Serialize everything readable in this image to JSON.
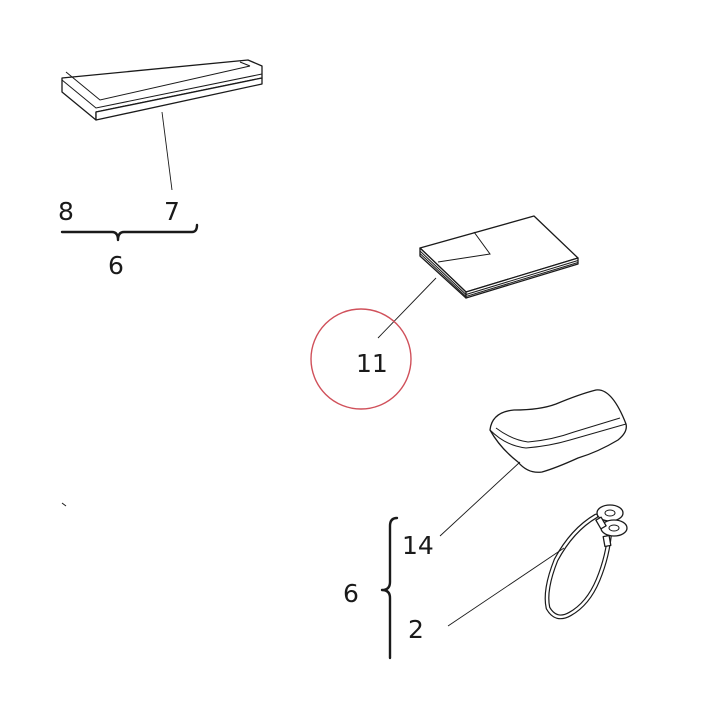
{
  "callouts": {
    "frame_group_left": "8",
    "frame_part": "7",
    "frame_group_total": "6",
    "manual": "11",
    "cushion": "14",
    "kit_group": "6",
    "cable": "2"
  },
  "colors": {
    "line": "#1a1a1a",
    "highlight_circle": "#d0505a",
    "background": "#ffffff"
  }
}
